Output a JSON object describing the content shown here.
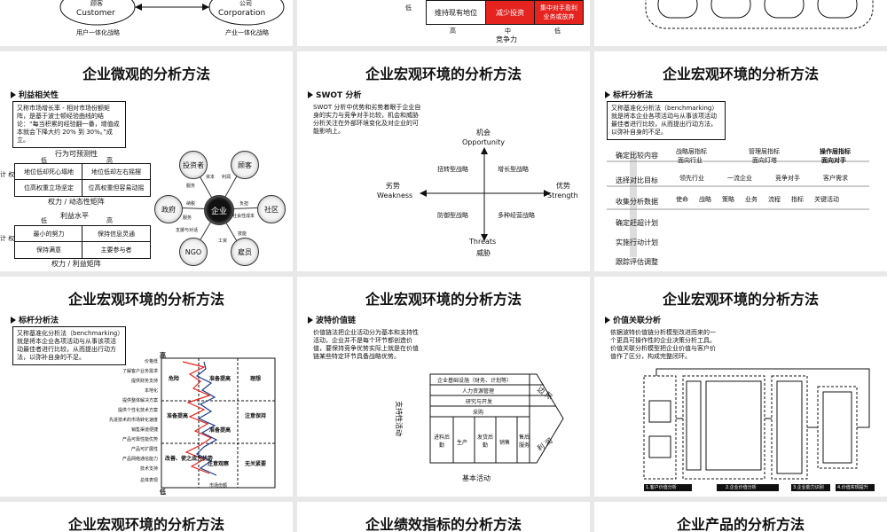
{
  "top_row": {
    "left": {
      "customer_cn": "顾客",
      "customer_en": "Customer",
      "company_cn": "公司",
      "company_en": "Corporation",
      "cap_left": "用户一体化战略",
      "cap_right": "产业一体化战略"
    },
    "mid": {
      "low": "低",
      "maintain": "维持现有地位",
      "reduce": "减少投资",
      "focus": "集中对手盈利",
      "focus2": "业务或放弃",
      "high": "高",
      "mid": "中",
      "low2": "低",
      "axis": "竞争力"
    }
  },
  "slides": {
    "micro": {
      "title": "企业微观的分析方法",
      "section": "利益相关性",
      "desc": "又称市场增长率 - 相对市场份额矩阵，是基于波士顿经验曲线的结论：“每当积累的经验翻一番，增值成本就会下降大约 20% 到 30%。”成立。",
      "m1_title": "行为可预测性",
      "m1_low": "低",
      "m1_high": "高",
      "m1_cells": [
        "地位低却死心塌地",
        "地位低却左右摇摆",
        "位高权重立场坚定",
        "位高权重但容易动摇"
      ],
      "m1_side": "计 权",
      "m1_caption": "权力 / 动态性矩阵",
      "m2_title": "利益水平",
      "m2_low": "低",
      "m2_high": "高",
      "m2_cells": [
        "最小的努力",
        "保持信息灵通",
        "保持满意",
        "主要参与者"
      ],
      "m2_side": "计 权",
      "m2_caption": "权力 / 利益矩阵",
      "nodes": {
        "center": "企业",
        "investor": "投资者",
        "customer": "顾客",
        "gov": "政府",
        "community": "社区",
        "ngo": "NGO",
        "staff": "雇员"
      },
      "edges": [
        "资本",
        "利润",
        "服务",
        "纳税",
        "服务",
        "负担",
        "社会性成本",
        "支援与对话",
        "技能",
        "工资"
      ]
    },
    "swot": {
      "title": "企业宏观环境的分析方法",
      "section": "SWOT 分析",
      "desc": "SWOT 分析中优势和劣势着眼于企业自身的实力与竞争对手比较，机会和威胁分析关注在外部环境变化及对企业的可能影响上。",
      "o_cn": "机会",
      "o_en": "Opportunity",
      "t_cn": "威胁",
      "t_en": "Threats",
      "w_cn": "劣势",
      "w_en": "Weakness",
      "s_cn": "优势",
      "s_en": "Strength",
      "q1": "扭转型战略",
      "q2": "增长型战略",
      "q3": "防御型战略",
      "q4": "多种经营战略"
    },
    "bench1": {
      "title": "企业宏观环境的分析方法",
      "section": "标杆分析法",
      "desc": "又称基准化分析法（benchmarking）就是将本企业各项活动与从事该项活动最佳者进行比较，从而提出行动方法，以弥补自身的不足。",
      "steps": [
        "确定比较内容",
        "选择对比目标",
        "收集分析数据",
        "确定赶超计划",
        "实施行动计划",
        "跟踪评估调整"
      ],
      "h1": "战略层指标",
      "h2": "管理层指标",
      "h3": "操作层指标",
      "r1": [
        "面向行业",
        "面向灯塔",
        "面向对手"
      ],
      "r2": [
        "领先行业",
        "一流企业",
        "竞争对手",
        "客户需求"
      ],
      "r3": [
        "使命",
        "战略",
        "策略",
        "业务",
        "流程",
        "指标",
        "关键活动"
      ]
    },
    "bench2": {
      "title": "企业宏观环境的分析方法",
      "section": "标杆分析法",
      "desc": "又称基准化分析法（benchmarking）就是将本企业各项活动与从事该项活动最佳者进行比较，从而提出行动方法，以弥补自身的不足。",
      "labels": [
        "价格低",
        "了解客户业务需求",
        "提供财务支持",
        "本地化",
        "提供整体解决方案",
        "提供个性化技术方案",
        "先进技术的市场转化速度",
        "销售渠道便捷",
        "产品可靠性能优势",
        "产品可扩展性",
        "产品网络通信能力",
        "技术支持",
        "总体表现"
      ],
      "zones": [
        "危险",
        "准备提高",
        "理想",
        "准备提高",
        "注意保持",
        "准备提高",
        "改善、使之成为优势",
        "注意观察",
        "无关紧要"
      ],
      "axis_high": "高",
      "axis_low": "低",
      "axis_label": "市场份额"
    },
    "value": {
      "title": "企业宏观环境的分析方法",
      "section": "波特价值链",
      "desc": "价值链法把企业活动分为基本和支持性活动，企业并不是每个环节都创造价值，要保持竞争优势实际上就是在价值链某些特定环节具备战略优势。",
      "support_label": "支持性活动",
      "support_rows": [
        "企业基础设施（财务、计划等）",
        "人力资源管理",
        "研究与开发",
        "采购"
      ],
      "primary": [
        "进料后勤",
        "生产",
        "发货后勤",
        "销售",
        "售后服务"
      ],
      "margin1": "边 际",
      "margin2": "利 润",
      "primary_label": "基本活动"
    },
    "vca": {
      "title": "企业宏观环境的分析方法",
      "section": "价值关联分析",
      "desc": "依据波特价值链分析模型改进而来的一个更具可操作性的企业决策分析工具。价值关联分析模型把企业价值与客户价值作了区分，构成完整闭环。",
      "bottom": [
        "1.客户价值分析",
        "2.企业价值分析",
        "3.企业能力识别",
        "4.价值实现提升"
      ]
    },
    "bottom": [
      "企业宏观环境的分析方法",
      "企业绩效指标的分析方法",
      "企业产品的分析方法"
    ]
  },
  "colors": {
    "accent": "#e5231f",
    "ink": "#111111",
    "bg": "#e8e8e8"
  }
}
